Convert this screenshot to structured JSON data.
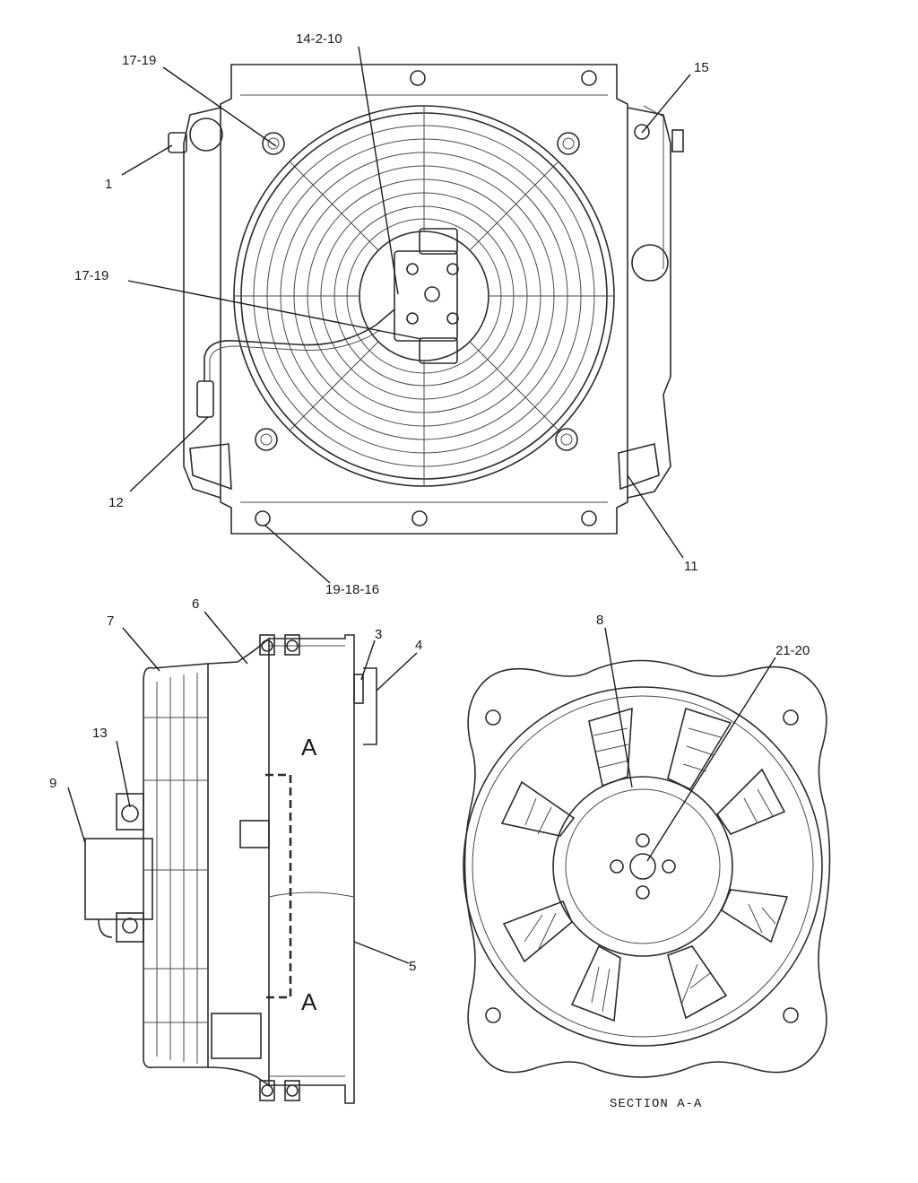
{
  "callouts": {
    "top_left_fastener": "17-19",
    "hub_bolts": "14-2-10",
    "plug_right": "15",
    "fitting_left": "1",
    "center_fastener": "17-19",
    "harness_clip": "12",
    "bracket_right": "11",
    "base_fasteners": "19-18-16",
    "guard": "7",
    "shroud": "6",
    "bolt_3": "3",
    "bracket_4": "4",
    "connector": "13",
    "motor": "9",
    "housing": "5",
    "fan_assembly": "8",
    "hub_bolts_section": "21-20"
  },
  "section_marks": {
    "top": "A",
    "bottom": "A"
  },
  "caption": "SECTION A-A"
}
